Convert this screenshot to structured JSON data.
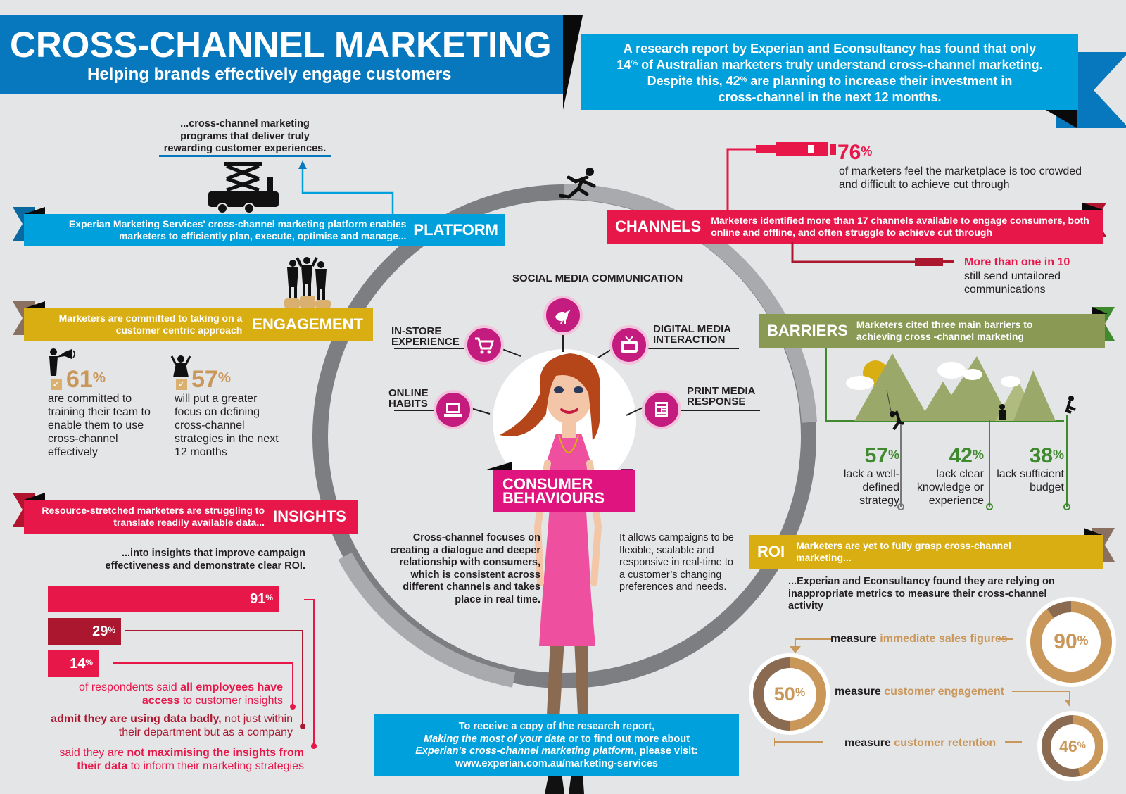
{
  "header": {
    "title": "CROSS-CHANNEL MARKETING",
    "subtitle": "Helping brands effectively engage customers",
    "intro_line1": "A research report by Experian and Econsultancy has found that only",
    "intro_line2_num": "14",
    "intro_line2_pct": "%",
    "intro_line2_rest": " of Australian marketers truly understand cross-channel marketing.",
    "intro_line3_a": "Despite this, 42",
    "intro_line3_pct": "%",
    "intro_line3_b": " are planning to increase their investment in",
    "intro_line4": "cross-channel in the next 12 months."
  },
  "platform": {
    "callout": "...cross-channel marketing programs that deliver truly rewarding customer experiences.",
    "text": "Experian Marketing Services' cross-channel marketing platform enables marketers to efficiently plan, execute, optimise and manage...",
    "label": "PLATFORM"
  },
  "engagement": {
    "text": "Marketers are committed to taking on a customer centric approach",
    "label": "ENGAGEMENT",
    "stats": [
      {
        "value": "61",
        "unit": "%",
        "text": "are committed to training their team to enable them to use cross-channel effectively"
      },
      {
        "value": "57",
        "unit": "%",
        "text": "will put a greater focus on defining cross-channel strategies in the next 12 months"
      }
    ]
  },
  "insights": {
    "text": "Resource-stretched marketers are struggling to translate readily available data...",
    "label": "INSIGHTS",
    "callout": "...into insights that improve campaign effectiveness and demonstrate clear ROI.",
    "bars": [
      {
        "value": "91",
        "unit": "%",
        "fraction": 0.91,
        "color": "#e8174a"
      },
      {
        "value": "29",
        "unit": "%",
        "fraction": 0.29,
        "color": "#ac1730"
      },
      {
        "value": "14",
        "unit": "%",
        "fraction": 0.14,
        "color": "#e8174a"
      }
    ],
    "notes": [
      {
        "pre": "of respondents said ",
        "bold": "all employees have access",
        "post": " to customer insights"
      },
      {
        "pre": "",
        "bold": "admit they are using data badly,",
        "post": " not just within their department but as a company"
      },
      {
        "pre": "said they are ",
        "bold": "not maximising the insights from their data",
        "post": " to inform their marketing strategies"
      }
    ]
  },
  "center": {
    "hubs": [
      {
        "label": "SOCIAL MEDIA COMMUNICATION",
        "icon": "bird-icon"
      },
      {
        "label": "IN-STORE EXPERIENCE",
        "icon": "cart-icon"
      },
      {
        "label": "DIGITAL MEDIA INTERACTION",
        "icon": "tv-icon"
      },
      {
        "label": "ONLINE HABITS",
        "icon": "laptop-icon"
      },
      {
        "label": "PRINT MEDIA RESPONSE",
        "icon": "newspaper-icon"
      }
    ],
    "consumer_label": "CONSUMER BEHAVIOURS",
    "left_text": "Cross-channel focuses on creating a dialogue and deeper relationship with consumers, which is consistent across different channels and takes place in real time.",
    "right_text": "It allows campaigns to be flexible, scalable and responsive in real-time to a customer’s changing preferences and needs."
  },
  "footer": {
    "line1": "To receive a copy of the research report,",
    "line2_italic": "Making the most of your data",
    "line2_rest": " or to find out more about",
    "line3_italic": "Experian's cross-channel marketing platform",
    "line3_rest": ", please visit:",
    "url": "www.experian.com.au/marketing-services"
  },
  "channels": {
    "label": "CHANNELS",
    "text": "Marketers identified more than 17 channels available to engage consumers, both online and offline, and often struggle to achieve cut through",
    "stat_value": "76",
    "stat_unit": "%",
    "stat_text": "of marketers feel the marketplace is too crowded and difficult to achieve cut through",
    "more_title": "More than one in 10",
    "more_text": "still send untailored communications"
  },
  "barriers": {
    "label": "BARRIERS",
    "text": "Marketers cited three main barriers to achieving cross -channel marketing",
    "stats": [
      {
        "value": "57",
        "unit": "%",
        "text": "lack a well-defined strategy"
      },
      {
        "value": "42",
        "unit": "%",
        "text": "lack clear knowledge or experience"
      },
      {
        "value": "38",
        "unit": "%",
        "text": "lack sufficient budget"
      }
    ]
  },
  "roi": {
    "label": "ROI",
    "text": "Marketers are yet to fully grasp cross-channel marketing...",
    "callout": "...Experian and Econsultancy found they are relying on inappropriate metrics to measure their cross-channel activity",
    "measures": [
      {
        "value": "90",
        "unit": "%",
        "fraction": 0.9,
        "word": "measure",
        "metric": "immediate sales figures"
      },
      {
        "value": "50",
        "unit": "%",
        "fraction": 0.5,
        "word": "measure",
        "metric": "customer engagement"
      },
      {
        "value": "46",
        "unit": "%",
        "fraction": 0.46,
        "word": "measure",
        "metric": "customer retention"
      }
    ]
  },
  "colors": {
    "blue": "#0878be",
    "cyan": "#00a0dc",
    "gold": "#d9ae12",
    "red": "#e8174a",
    "magenta": "#c41b7e",
    "olive": "#8a9a55",
    "tan": "#c9975a",
    "green": "#3f8a2e"
  }
}
